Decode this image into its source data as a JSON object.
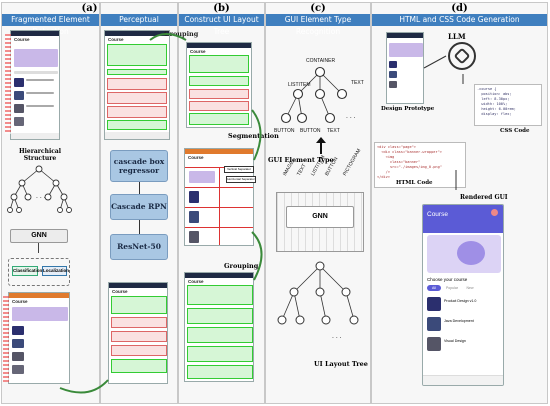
{
  "panels": [
    {
      "label": "(a)",
      "header": "Fragmented Element Detection",
      "color": "#3f7fbf"
    },
    {
      "label": "",
      "header": "Perceptual Grouping",
      "color": "#3f7fbf"
    },
    {
      "label": "(b)",
      "header": "Construct UI Layout Tree",
      "color": "#3f7fbf"
    },
    {
      "label": "(c)",
      "header": "GUI Element Type Recognition",
      "color": "#3f7fbf"
    },
    {
      "label": "(d)",
      "header": "HTML and CSS Code Generation",
      "color": "#3f7fbf"
    }
  ],
  "phone_title": "Course",
  "left": {
    "hier": "Hierarchical Structure",
    "gnn": "GNN",
    "cls": "Classification",
    "loc": "Localization"
  },
  "mid": {
    "cascade_box": "cascade box regressor",
    "cascade_rpn": "Cascade RPN",
    "resnet": "ResNet-50"
  },
  "treeb": {
    "grouping_top": "Grouping",
    "segmentation": "Segmentation",
    "grouping_bottom": "Grouping",
    "vertical": "Vertical Separator",
    "horizontal": "Horizontal Separator"
  },
  "typec": {
    "container": "CONTAINER",
    "listitem": "LISTITEM",
    "text1": "TEXT",
    "button1": "BUTTON",
    "button2": "BUTTON",
    "text2": "TEXT",
    "type_title": "GUI Element Type",
    "types": [
      "IMAGE",
      "TEXT",
      "LISTITEM",
      "BUTTON",
      "PICTOGRAM"
    ],
    "gnn": "GNN",
    "tree": "UI Layout Tree"
  },
  "gen": {
    "llm": "LLM",
    "proto": "Design Prototype",
    "css": "CSS Code",
    "html": "HTML Code",
    "rendered": "Rendered GUI",
    "css_lines": [
      ".course {",
      "  position: abs;",
      "  left: 8.30px;",
      "}",
      ".banner {",
      "  width: 100%;",
      "  height: 6.00rem;",
      "}",
      ".group-1 {",
      "  display: flex;",
      "}"
    ],
    "html_lines": [
      "<div class=\"page\">",
      "  <div class=\"banner-wrapper\">",
      "    <img",
      "      class=\"banner\"",
      "      src=\"./images/img_0.png\"",
      "    />",
      "  </div>",
      "</div>"
    ],
    "r_title": "Course",
    "r_sub": "Choose your course",
    "r_items": [
      "Product Design v1.0",
      "Java Development",
      "Visual Design"
    ],
    "r_tabs": [
      "All",
      "Popular",
      "New"
    ]
  },
  "colors": {
    "green": "#3c3",
    "pink": "#c4a",
    "blue": "#a9c7e3",
    "navy": "#1f2a44"
  }
}
